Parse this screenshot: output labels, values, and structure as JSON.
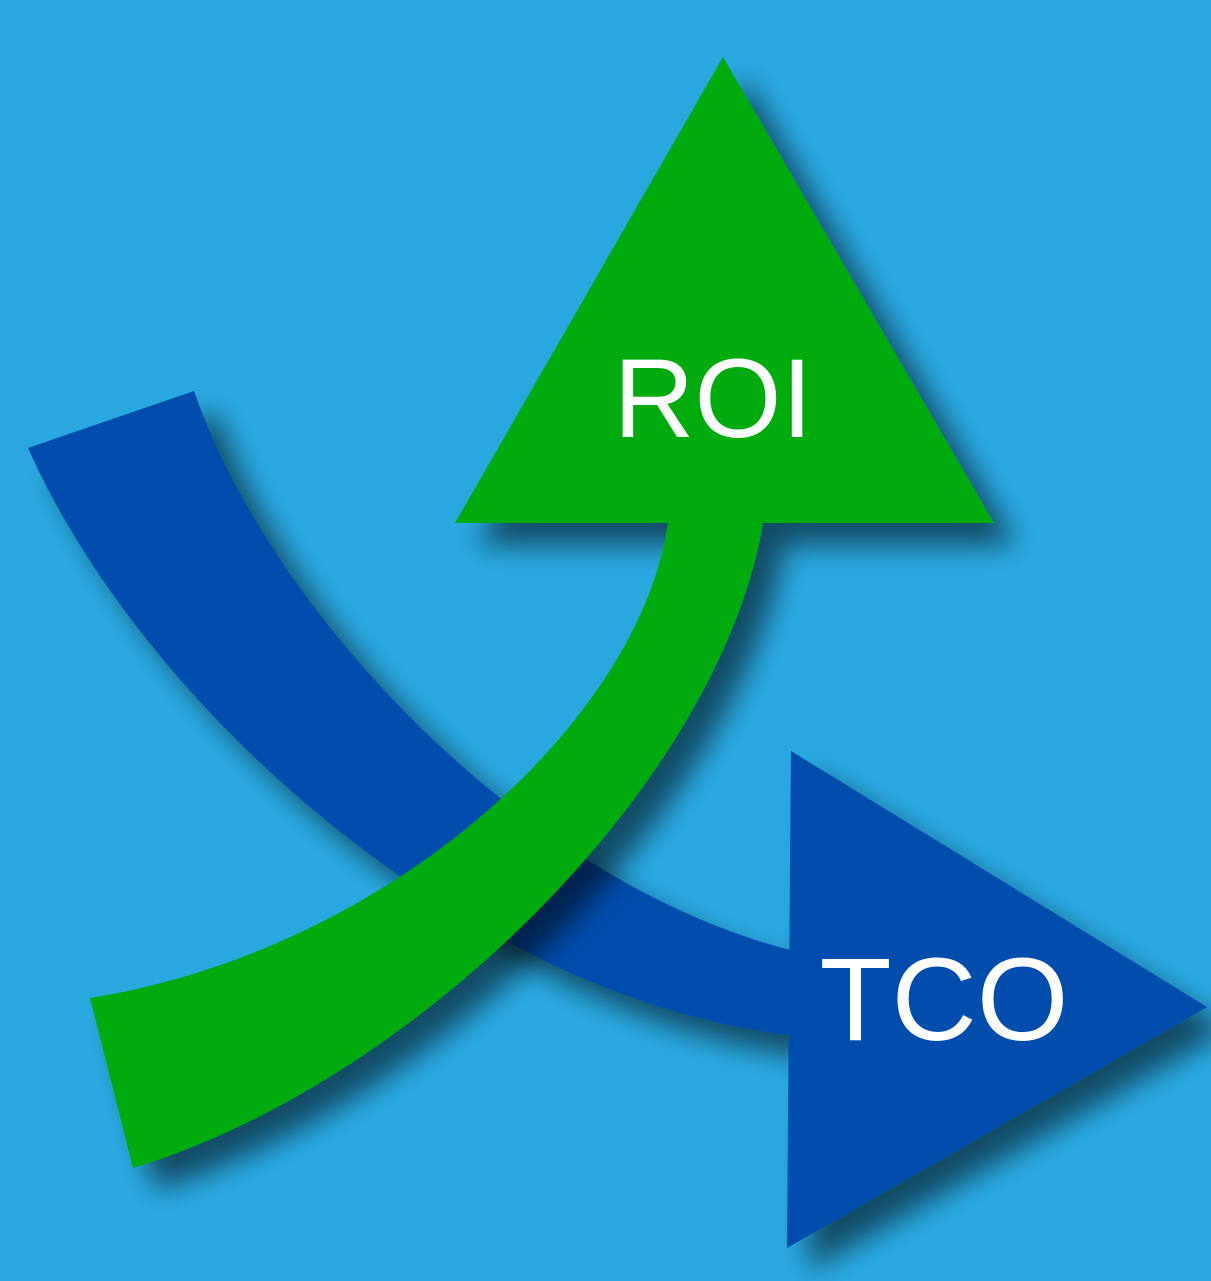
{
  "diagram": {
    "background_color": "#29a8e0",
    "arrows": [
      {
        "id": "roi",
        "label": "ROI",
        "direction": "up",
        "color": "#00ab0f"
      },
      {
        "id": "tco",
        "label": "TCO",
        "direction": "right",
        "color": "#004ead"
      }
    ]
  }
}
